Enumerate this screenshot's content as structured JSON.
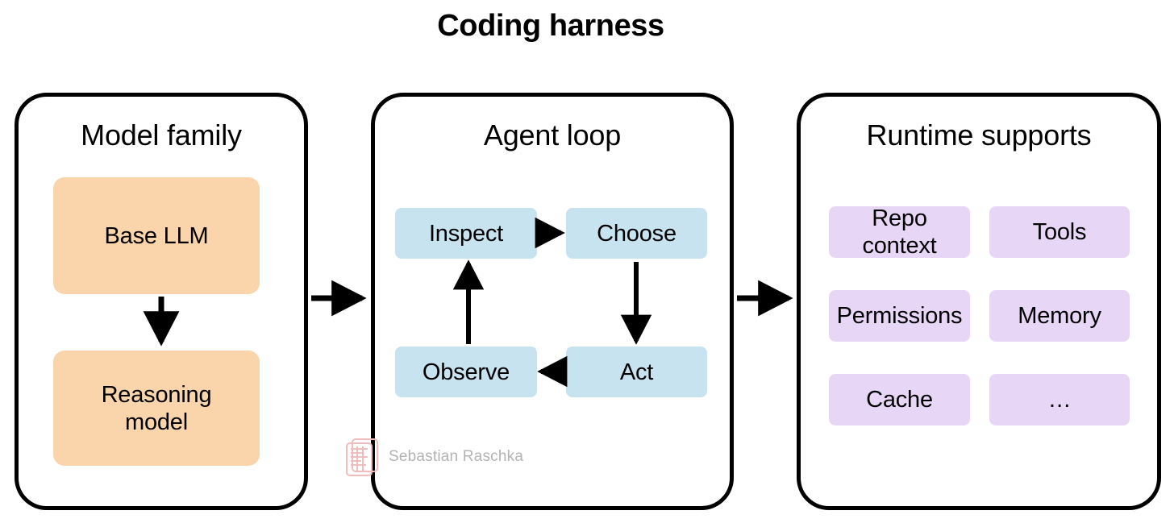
{
  "title": "Coding harness",
  "panels": [
    {
      "id": "model-family",
      "title": "Model family",
      "nodes": [
        {
          "id": "base-llm",
          "label": "Base LLM",
          "color": "#fad5ab"
        },
        {
          "id": "reasoning-model",
          "label": "Reasoning model",
          "line1": "Reasoning",
          "line2": "model",
          "color": "#fad5ab"
        }
      ],
      "internal_arrows": [
        {
          "from": "base-llm",
          "to": "reasoning-model",
          "direction": "down"
        }
      ]
    },
    {
      "id": "agent-loop",
      "title": "Agent loop",
      "nodes": [
        {
          "id": "inspect",
          "label": "Inspect",
          "color": "#c7e3f0"
        },
        {
          "id": "choose",
          "label": "Choose",
          "color": "#c7e3f0"
        },
        {
          "id": "observe",
          "label": "Observe",
          "color": "#c7e3f0"
        },
        {
          "id": "act",
          "label": "Act",
          "color": "#c7e3f0"
        }
      ],
      "internal_arrows": [
        {
          "from": "inspect",
          "to": "choose",
          "direction": "right"
        },
        {
          "from": "choose",
          "to": "act",
          "direction": "down"
        },
        {
          "from": "act",
          "to": "observe",
          "direction": "left"
        },
        {
          "from": "observe",
          "to": "inspect",
          "direction": "up"
        }
      ]
    },
    {
      "id": "runtime-supports",
      "title": "Runtime supports",
      "nodes": [
        {
          "id": "repo-context",
          "label": "Repo context",
          "color": "#e8d6f7"
        },
        {
          "id": "tools",
          "label": "Tools",
          "color": "#e8d6f7"
        },
        {
          "id": "permissions",
          "label": "Permissions",
          "color": "#e8d6f7"
        },
        {
          "id": "memory",
          "label": "Memory",
          "color": "#e8d6f7"
        },
        {
          "id": "cache",
          "label": "Cache",
          "color": "#e8d6f7"
        },
        {
          "id": "ellipsis",
          "label": "…",
          "color": "#e8d6f7"
        }
      ],
      "internal_arrows": []
    }
  ],
  "panel_arrows": [
    {
      "from": "model-family",
      "to": "agent-loop",
      "direction": "right"
    },
    {
      "from": "agent-loop",
      "to": "runtime-supports",
      "direction": "right"
    }
  ],
  "watermark": {
    "text": "Sebastian Raschka",
    "logo_icon": "stacked-cards-logo-icon",
    "text_color": "#b3b3b3",
    "logo_color": "#f2c2c2"
  },
  "colors": {
    "background": "#ffffff",
    "stroke": "#000000",
    "orange": "#fad5ab",
    "blue": "#c7e3f0",
    "purple": "#e8d6f7"
  }
}
